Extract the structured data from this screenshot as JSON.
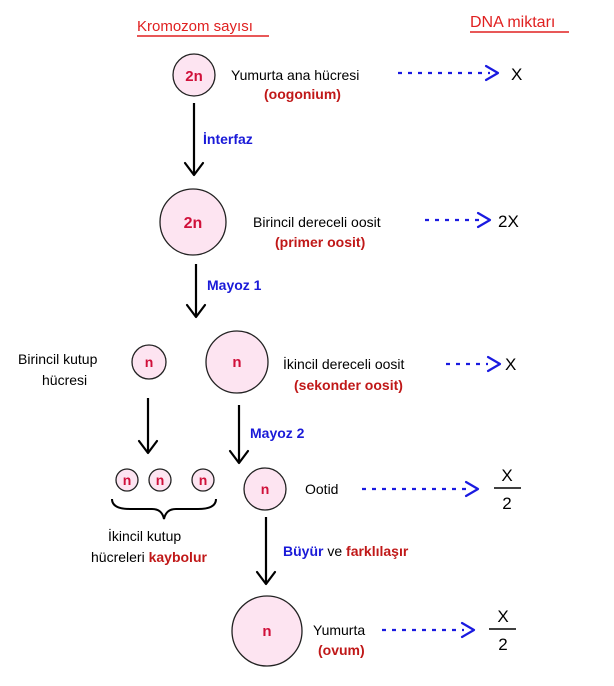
{
  "headers": {
    "chromosome": "Kromozom sayısı",
    "dna": "DNA miktarı"
  },
  "cells": {
    "oogonium": {
      "ploidy": "2n",
      "name": "Yumurta ana hücresi",
      "latin": "(oogonium)",
      "dna": "X"
    },
    "primary": {
      "ploidy": "2n",
      "name": "Birincil dereceli oosit",
      "latin": "(primer oosit)",
      "dna": "2X"
    },
    "polar1": {
      "ploidy": "n",
      "name_line1": "Birincil kutup",
      "name_line2": "hücresi"
    },
    "secondary": {
      "ploidy": "n",
      "name": "İkincil dereceli oosit",
      "latin": "(sekonder oosit)",
      "dna": "X"
    },
    "polar2": {
      "ploidy": [
        "n",
        "n",
        "n"
      ],
      "name_line1": "İkincil kutup",
      "name_line2_prefix": "hücreleri ",
      "name_line2_highlight": "kaybolur"
    },
    "ootid": {
      "ploidy": "n",
      "name": "Ootid",
      "dna_numerator": "X",
      "dna_denominator": "2"
    },
    "ovum": {
      "ploidy": "n",
      "name": "Yumurta",
      "latin": "(ovum)",
      "dna_numerator": "X",
      "dna_denominator": "2"
    }
  },
  "steps": {
    "interphase": "İnterfaz",
    "meiosis1": "Mayoz 1",
    "meiosis2": "Mayoz 2",
    "grow": "Büyür",
    "and": " ve ",
    "differentiate": "farklılaşır"
  },
  "colors": {
    "cell_fill": "#fde4f1",
    "ploidy": "#d0103a",
    "header": "#e02020",
    "step": "#1a1ad8",
    "subtitle": "#c01818",
    "dna_arrow": "#1a1ae0"
  }
}
